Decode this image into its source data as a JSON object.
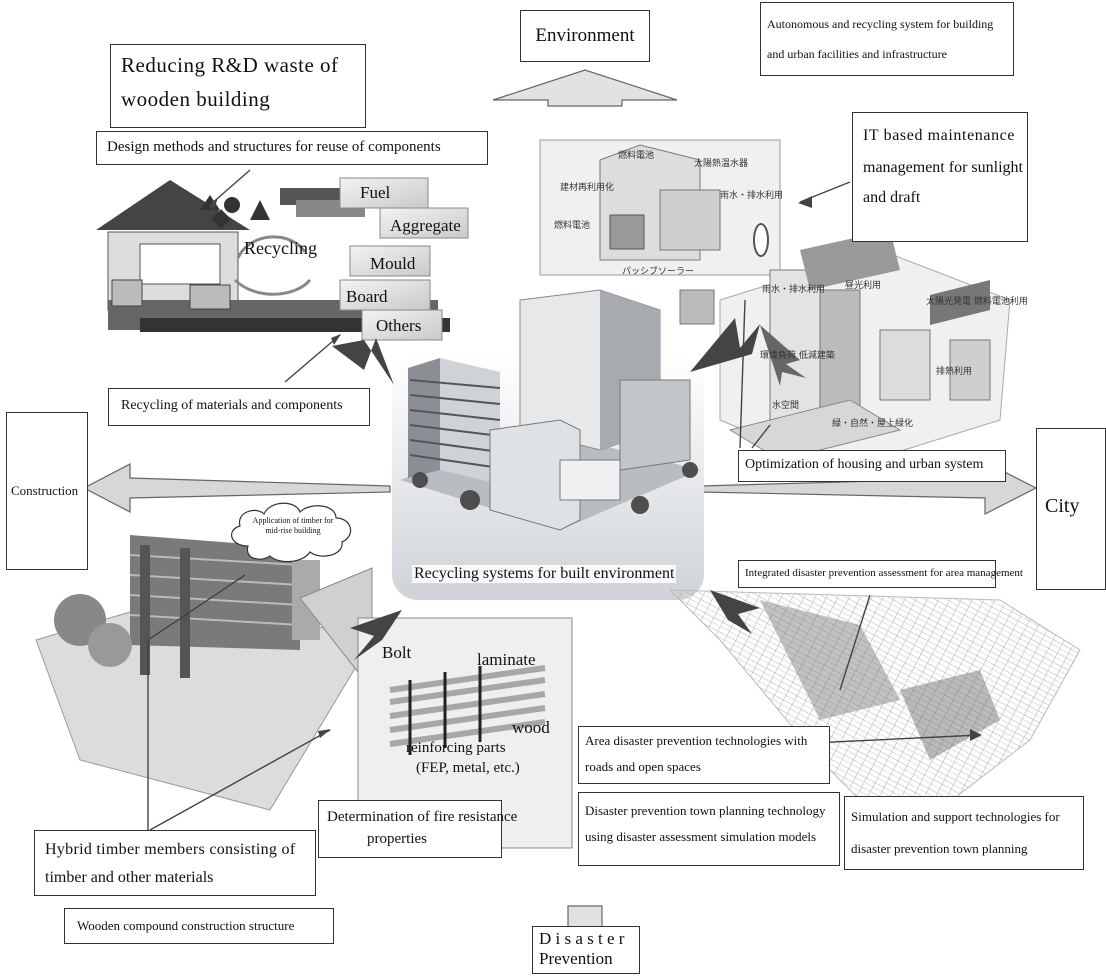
{
  "colors": {
    "arrow_fill": "#d7d7d7",
    "arrow_stroke": "#666666",
    "dark_arrow": "#555555",
    "box_border": "#333333",
    "box_bg": "#ffffff"
  },
  "axes": {
    "top": "Environment",
    "left": "Construction",
    "right": "City",
    "bottom_line1": "D i s a s t e r",
    "bottom_line2": "Prevention"
  },
  "center": {
    "title": "Recycling systems for built environment"
  },
  "top_left": {
    "heading": "Reducing R&D waste of wooden building",
    "heading_line1": "Reducing R&D waste of",
    "heading_line2": "wooden building",
    "reuse": "Design methods and structures for reuse of components",
    "recycling_label": "Recycling",
    "outputs": [
      "Fuel",
      "Aggregate",
      "Mould",
      "Board",
      "Others"
    ],
    "materials": "Recycling of materials and components"
  },
  "top_right": {
    "autonomous_line1": "Autonomous and recycling system for building",
    "autonomous_line2": "and urban facilities and infrastructure",
    "it_line1": "IT based maintenance",
    "it_line2": "management for sunlight",
    "it_line3": "and draft",
    "optimization": "Optimization of housing and urban system",
    "jp_labels": [
      "燃料電池",
      "太陽熱温水器",
      "建材再利用化",
      "雨水・排水利用",
      "燃料電池",
      "パッシブソーラー",
      "昼光利用",
      "雨水・排水利用",
      "太陽光発電 燃料電池利用",
      "環境負荷 低減建築",
      "排熱利用",
      "水空間",
      "緑・自然・屋上緑化"
    ]
  },
  "bottom_left": {
    "cloud": "Application of timber for mid-rise building",
    "bolt": "Bolt",
    "laminate": "laminate",
    "wood": "wood",
    "reinforcing_line1": "reinforcing parts",
    "reinforcing_line2": "(FEP, metal, etc.)",
    "hybrid_line1": "Hybrid timber members consisting of",
    "hybrid_line2": "timber and other materials",
    "fire_line1": "Determination of fire resistance",
    "fire_line2": "properties",
    "compound": "Wooden compound construction structure"
  },
  "bottom_right": {
    "integrated": "Integrated disaster prevention assessment for area management",
    "area_line1": "Area disaster prevention technologies with",
    "area_line2": "roads and open spaces",
    "planning_line1": "Disaster prevention town planning technology",
    "planning_line2": "using disaster assessment simulation models",
    "simulation_line1": "Simulation and support technologies for",
    "simulation_line2": "disaster prevention town planning"
  }
}
